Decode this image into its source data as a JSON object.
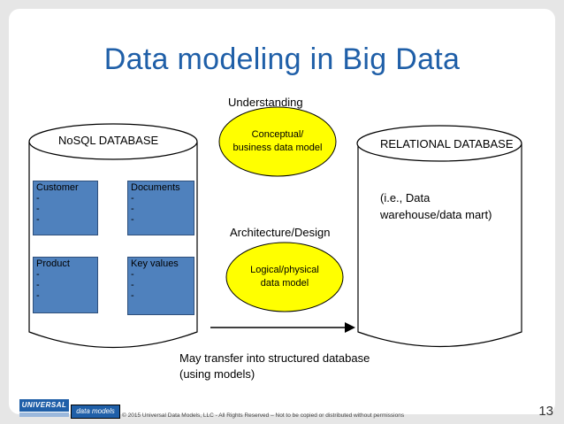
{
  "title": "Data modeling in Big Data",
  "understanding_label": "Understanding",
  "architecture_label": "Architecture/Design",
  "nosql": {
    "label": "NoSQL DATABASE",
    "boxes": [
      {
        "title": "Customer",
        "lines": [
          "-",
          "-",
          "-"
        ]
      },
      {
        "title": "Documents",
        "lines": [
          "-",
          "-",
          "-"
        ]
      },
      {
        "title": "Product",
        "lines": [
          "-",
          "-",
          "-"
        ]
      },
      {
        "title": "Key values",
        "lines": [
          "-",
          "-",
          "-"
        ]
      }
    ]
  },
  "relational": {
    "label": "RELATIONAL DATABASE",
    "note_line1": "(i.e., Data",
    "note_line2": "warehouse/data mart)"
  },
  "conceptual": {
    "line1": "Conceptual/",
    "line2": "business data model"
  },
  "logical": {
    "line1": "Logical/physical",
    "line2": "data model"
  },
  "transfer": {
    "line1": "May transfer into structured database",
    "line2": "(using models)"
  },
  "footer": {
    "copyright": "© 2015 Universal Data Models, LLC - All Rights Reserved – Not to be copied or distributed without permissions",
    "slide_number": "13",
    "logo_left": "UNIVERSAL",
    "logo_right": "data models"
  },
  "colors": {
    "title": "#1f5fa8",
    "box": "#4f81bd",
    "ellipse": "#ffff00"
  }
}
